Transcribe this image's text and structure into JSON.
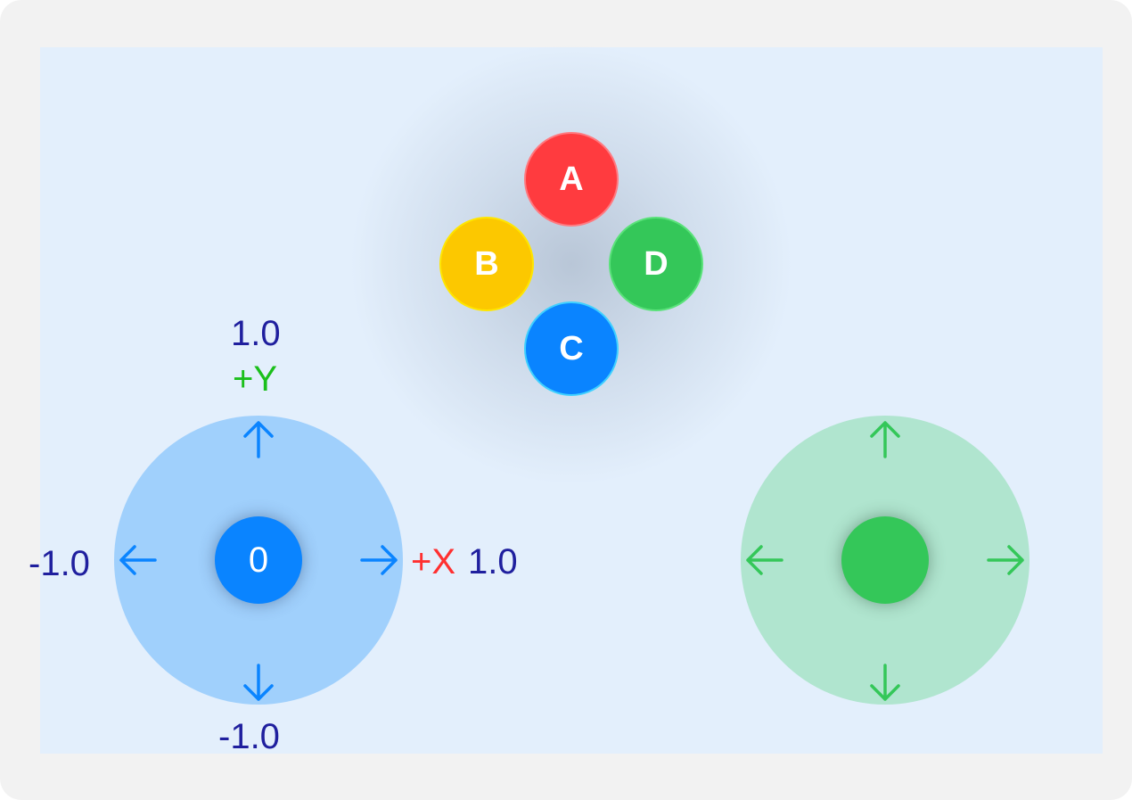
{
  "colors": {
    "background": "#e3effc",
    "button_a": "#ff3b3f",
    "button_b": "#fcc800",
    "button_c": "#0a84ff",
    "button_d": "#34c759",
    "left_stick": "#0a84ff",
    "right_stick": "#34c759",
    "axis_value": "#1f1f9e",
    "x_axis_label": "#ff3030",
    "y_axis_label": "#1bbf1b"
  },
  "buttons": {
    "a": "A",
    "b": "B",
    "c": "C",
    "d": "D"
  },
  "left_joystick": {
    "knob_value": "0",
    "y_max": "1.0",
    "y_label": "+Y",
    "y_min": "-1.0",
    "x_min": "-1.0",
    "x_label": "+X",
    "x_max": "1.0"
  },
  "right_joystick": {
    "knob_value": ""
  }
}
